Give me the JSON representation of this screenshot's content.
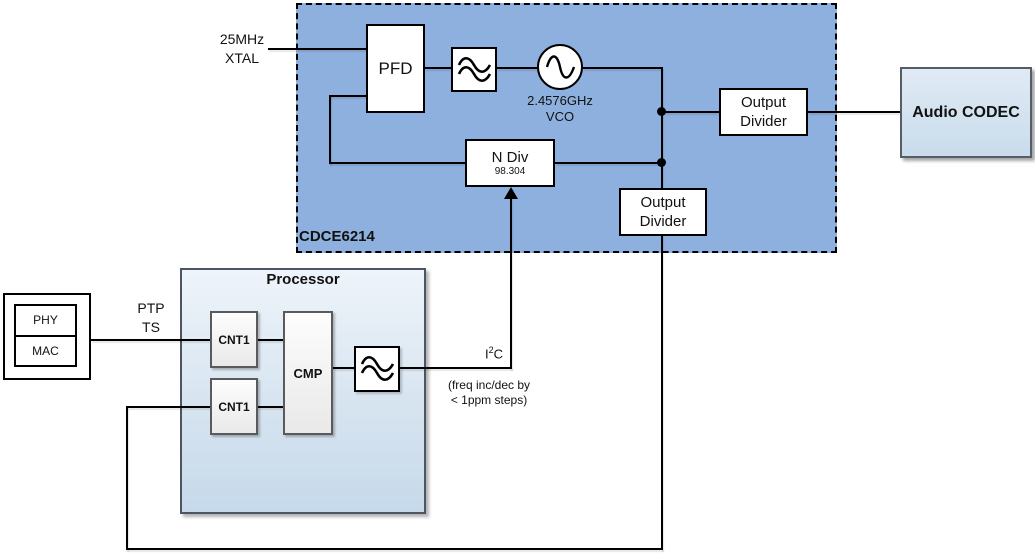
{
  "cdce6214": {
    "label": "CDCE6214",
    "pfd": {
      "label": "PFD"
    },
    "vco": {
      "freq": "2.4576GHz",
      "name": "VCO"
    },
    "n_div": {
      "title": "N Div",
      "value": "98.304"
    },
    "output_divider_1": {
      "line1": "Output",
      "line2": "Divider"
    },
    "output_divider_2": {
      "line1": "Output",
      "line2": "Divider"
    }
  },
  "inputs": {
    "xtal": {
      "line1": "25MHz",
      "line2": "XTAL"
    }
  },
  "audio_codec": {
    "label": "Audio CODEC"
  },
  "network": {
    "phy": "PHY",
    "mac": "MAC",
    "ptp": {
      "line1": "PTP",
      "line2": "TS"
    }
  },
  "processor": {
    "title": "Processor",
    "cnt1_top": "CNT1",
    "cnt1_bottom": "CNT1",
    "cmp": "CMP"
  },
  "annotations": {
    "i2c": {
      "base": "I",
      "sup": "2",
      "tail": "C"
    },
    "freq_note": {
      "line1": "(freq inc/dec by",
      "line2": "< 1ppm steps)"
    }
  },
  "colors": {
    "cdce_fill": "#8EB0DE",
    "codec_fill_top": "#E0EAF4",
    "codec_fill_bottom": "#C9DCEC",
    "processor_fill_top": "#EEF4FA",
    "processor_fill_bottom": "#C6D9EA",
    "inner_fill_top": "#FDFDFD",
    "inner_fill_bottom": "#E9E9E9",
    "line": "#000000"
  }
}
